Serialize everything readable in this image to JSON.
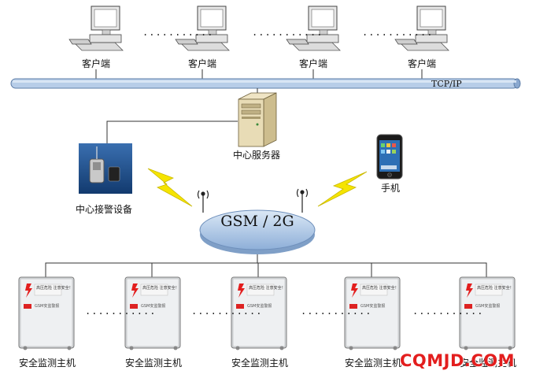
{
  "clients": [
    {
      "label": "客户端"
    },
    {
      "label": "客户端"
    },
    {
      "label": "客户端"
    },
    {
      "label": "客户端"
    }
  ],
  "network": {
    "bus_label": "TCP/IP"
  },
  "server": {
    "label": "中心服务器"
  },
  "phone": {
    "label": "手机"
  },
  "alarm_device": {
    "label": "中心接警设备"
  },
  "gsm": {
    "label": "GSM / 2G"
  },
  "hosts": [
    {
      "label": "安全监测主机",
      "panel_text": "高压危险 注意安全！",
      "brand": "GSM安监警报"
    },
    {
      "label": "安全监测主机",
      "panel_text": "高压危险 注意安全！",
      "brand": "GSM安监警报"
    },
    {
      "label": "安全监测主机",
      "panel_text": "高压危险 注意安全！",
      "brand": "GSM安监警报"
    },
    {
      "label": "安全监测主机",
      "panel_text": "高压危险 注意安全！",
      "brand": "GSM安监警报"
    },
    {
      "label": "安全监测主机",
      "panel_text": "高压危险 注意安全！",
      "brand": "GSM安监警报"
    }
  ],
  "separator": "...........",
  "watermark": "CQMJD.COM",
  "colors": {
    "bus": "#a9c3e0",
    "cloud": "#a8c4e6",
    "bolt": "#f5e400",
    "brand_red": "#e31e1e"
  }
}
